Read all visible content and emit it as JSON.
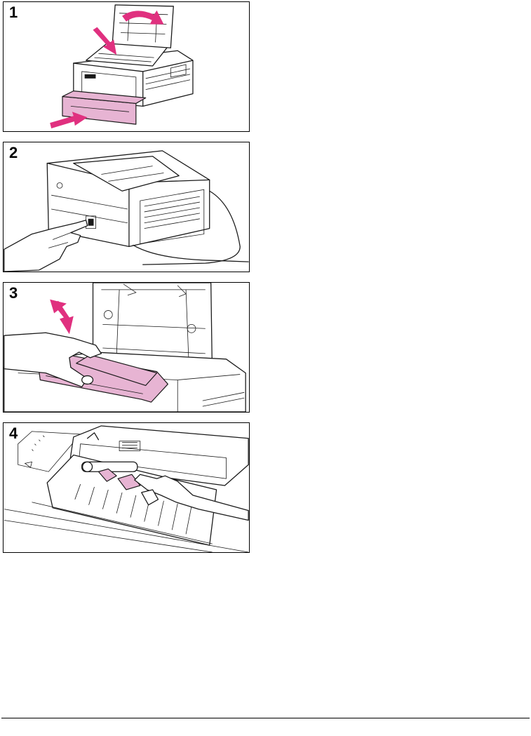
{
  "figures": [
    {
      "step": "1",
      "icon": "printer-open-lid-tray-insert-illustration"
    },
    {
      "step": "2",
      "icon": "printer-rear-power-switch-illustration"
    },
    {
      "step": "3",
      "icon": "remove-toner-cartridge-illustration"
    },
    {
      "step": "4",
      "icon": "clean-transfer-roller-area-illustration"
    }
  ],
  "colors": {
    "highlight": "#e7b4d3",
    "arrow": "#e0307f",
    "line": "#000000"
  }
}
